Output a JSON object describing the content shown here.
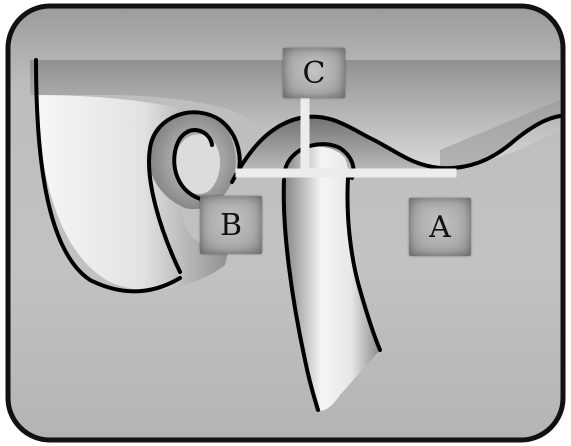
{
  "labels": {
    "a": "A",
    "b": "B",
    "c": "C"
  },
  "colors": {
    "frame_border": "#111111",
    "frame_fill": "#b9b9b9",
    "tissue_dark": "#8e8e8e",
    "tissue_light": "#f4f4f4",
    "measure_line": "#e9e9e9",
    "outline": "#000000"
  }
}
